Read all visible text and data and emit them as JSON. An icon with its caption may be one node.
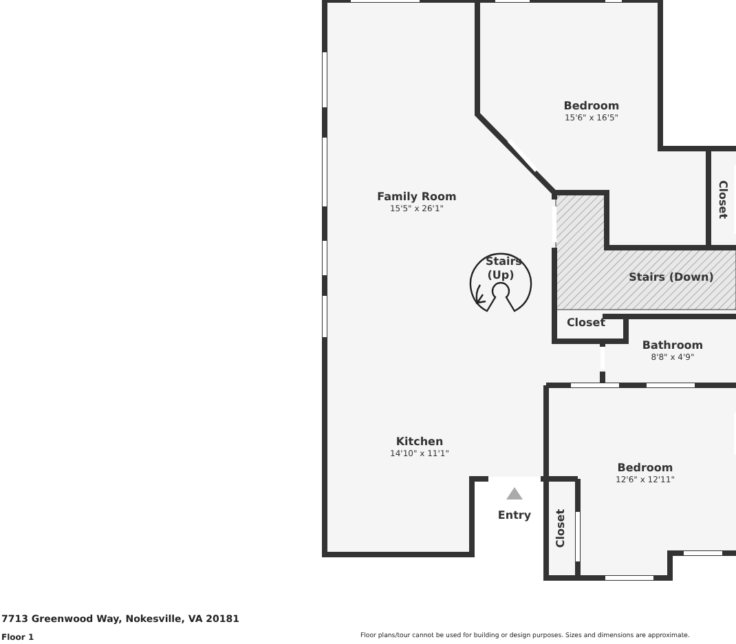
{
  "diagram": {
    "nodes": [
      {
        "text": [
          "Family Room",
          "15'5\" x 26'1\""
        ]
      },
      {
        "text": [
          "Bedroom",
          "15'6\" x 16'5\""
        ]
      },
      {
        "text": [
          "Closet"
        ]
      },
      {
        "text": [
          "Stairs (Up)"
        ]
      },
      {
        "text": [
          "Stairs (Down)"
        ]
      },
      {
        "text": [
          "Closet"
        ]
      },
      {
        "text": [
          "Bathroom",
          "8'8\" x 4'9\""
        ]
      },
      {
        "text": [
          "Kitchen",
          "14'10\" x 11'1\""
        ]
      },
      {
        "text": [
          "Entry"
        ]
      },
      {
        "text": [
          "Bedroom",
          "12'6\" x 12'11\""
        ]
      },
      {
        "text": [
          "Closet"
        ]
      }
    ],
    "labels": [
      "7713 Greenwood Way, Nokesville, VA 20181",
      "Floor 1",
      "Floor plans/tour cannot be used for building or design purposes. Sizes and dimensions are approximate."
    ]
  }
}
